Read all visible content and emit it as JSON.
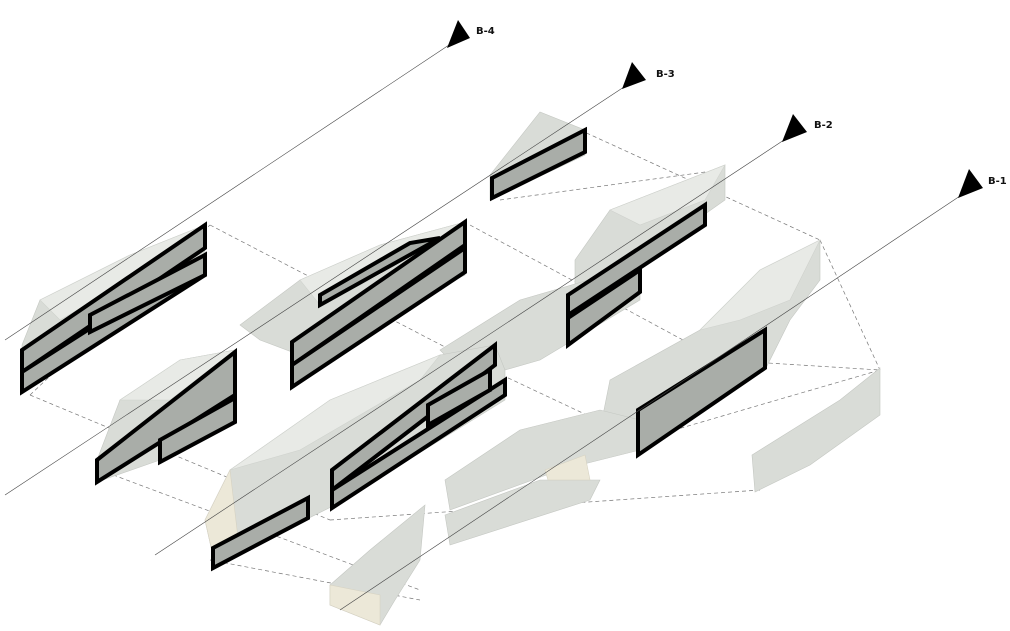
{
  "sections": [
    {
      "id": "b4",
      "label": "B-4"
    },
    {
      "id": "b3",
      "label": "B-3"
    },
    {
      "id": "b2",
      "label": "B-2"
    },
    {
      "id": "b1",
      "label": "B-1"
    }
  ],
  "colors": {
    "volume": "#d9dcd7",
    "section_fill": "#a9ada8",
    "section_stroke": "#000000",
    "base": "#ece8d8"
  }
}
